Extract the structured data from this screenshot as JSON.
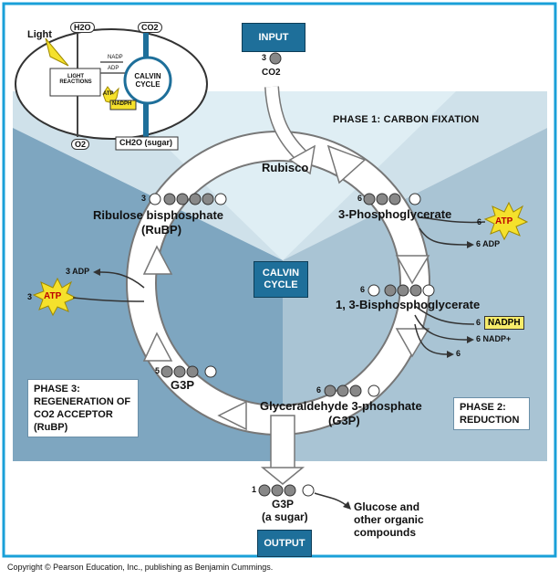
{
  "input_label": "INPUT",
  "output_label": "OUTPUT",
  "co2_input": {
    "count": "3",
    "label": "CO2"
  },
  "overview": {
    "light": "Light",
    "h2o": "H2O",
    "co2": "CO2",
    "o2": "O2",
    "light_reactions": "LIGHT REACTIONS",
    "calvin_cycle": "CALVIN CYCLE",
    "nadp": "NADP",
    "adp": "ADP",
    "atp": "ATP",
    "nadph": "NADPH",
    "sugar": "CH2O (sugar)"
  },
  "phase1": "PHASE 1: CARBON FIXATION",
  "phase2": [
    "PHASE 2:",
    "REDUCTION"
  ],
  "phase3": [
    "PHASE 3:",
    "REGENERATION OF",
    "CO2 ACCEPTOR",
    "(RuBP)"
  ],
  "center": [
    "CALVIN",
    "CYCLE"
  ],
  "rubisco": "Rubisco",
  "molecules": {
    "rubp": {
      "count": "3",
      "name1": "Ribulose bisphosphate",
      "name2": "(RuBP)"
    },
    "pga": {
      "count": "6",
      "name": "3-Phosphoglycerate"
    },
    "bpg": {
      "count": "6",
      "name": "1, 3-Bisphosphoglycerate"
    },
    "g3p": {
      "count": "6",
      "name1": "Glyceraldehyde 3-phosphate",
      "name2": "(G3P)"
    },
    "g3p5": {
      "count": "5",
      "name": "G3P"
    },
    "g3p1": {
      "count": "1",
      "name1": "G3P",
      "name2": "(a sugar)"
    }
  },
  "cofactors": {
    "atp6": {
      "count": "6",
      "label": "ATP"
    },
    "adp6": "6 ADP",
    "nadph6": {
      "count": "6",
      "label": "NADPH"
    },
    "nadp6": "6 NADP+",
    "pi6": "6",
    "adp3": "3 ADP",
    "atp3": {
      "count": "3",
      "label": "ATP"
    }
  },
  "glucose": [
    "Glucose and",
    "other organic",
    "compounds"
  ],
  "copyright": "Copyright © Pearson Education, Inc., publishing as Benjamin Cummings.",
  "colors": {
    "frame": "#1aa0d8",
    "phase1": "#cfe1ea",
    "phase2": "#a9c4d4",
    "phase3": "#7ea6c0",
    "dark": "#1e6f9a",
    "atp": "#f5e12c"
  }
}
